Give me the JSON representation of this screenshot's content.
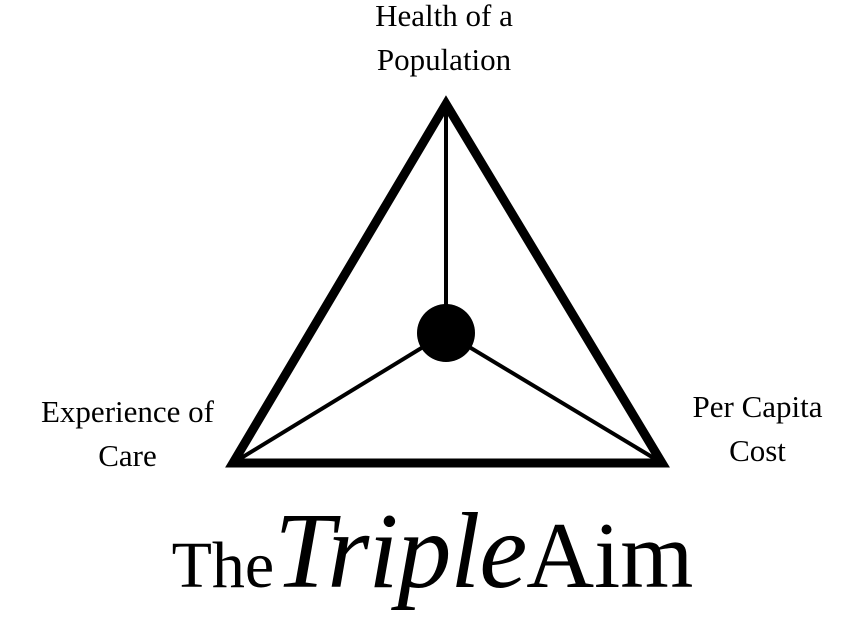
{
  "diagram": {
    "nodes": {
      "top": {
        "line1": "Health of a",
        "line2": "Population"
      },
      "left": {
        "line1": "Experience of",
        "line2": "Care"
      },
      "right": {
        "line1": "Per Capita",
        "line2": "Cost"
      }
    },
    "title": {
      "part1": "The",
      "part2": "Triple",
      "part3": "Aim"
    },
    "colors": {
      "stroke": "#000000",
      "background": "#ffffff"
    }
  }
}
